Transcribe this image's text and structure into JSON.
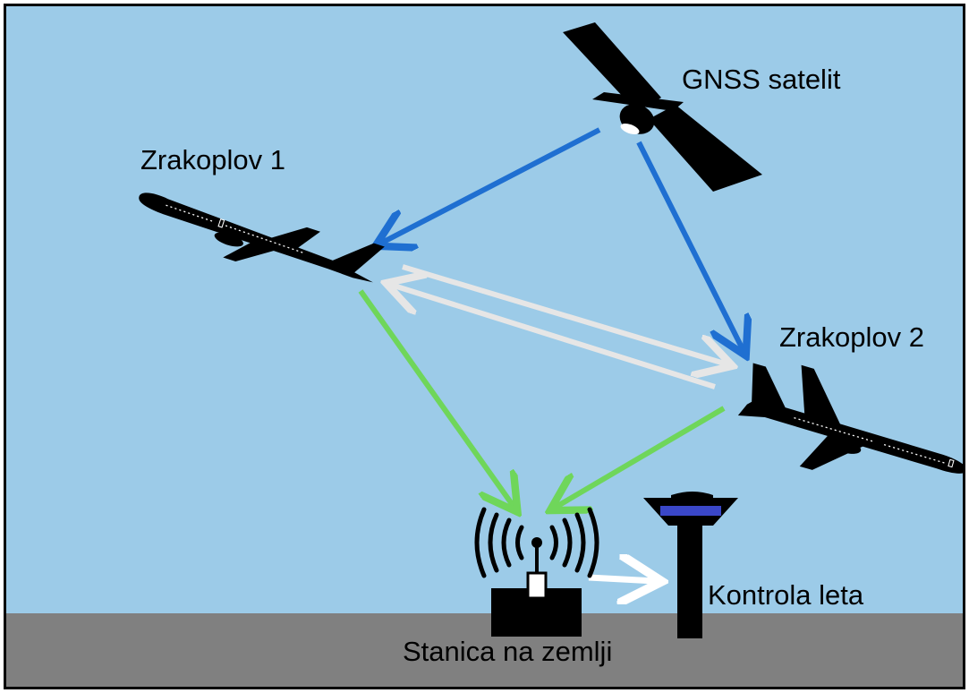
{
  "labels": {
    "satellite": "GNSS satelit",
    "aircraft1": "Zrakoplov 1",
    "aircraft2": "Zrakoplov 2",
    "atc": "Kontrola leta",
    "ground_station": "Stanica na zemlji"
  },
  "colors": {
    "sky": "#9ccbe8",
    "ground": "#808080",
    "gnss_link": "#1f6fd1",
    "air_to_air_link": "#e6e6e6",
    "air_to_ground_link": "#6fd65a",
    "ground_to_atc_link": "#ffffff",
    "tower_window": "#3a47c8"
  },
  "icons": [
    "satellite-icon",
    "airplane-icon",
    "airplane-icon",
    "radio-antenna-icon",
    "control-tower-icon"
  ]
}
